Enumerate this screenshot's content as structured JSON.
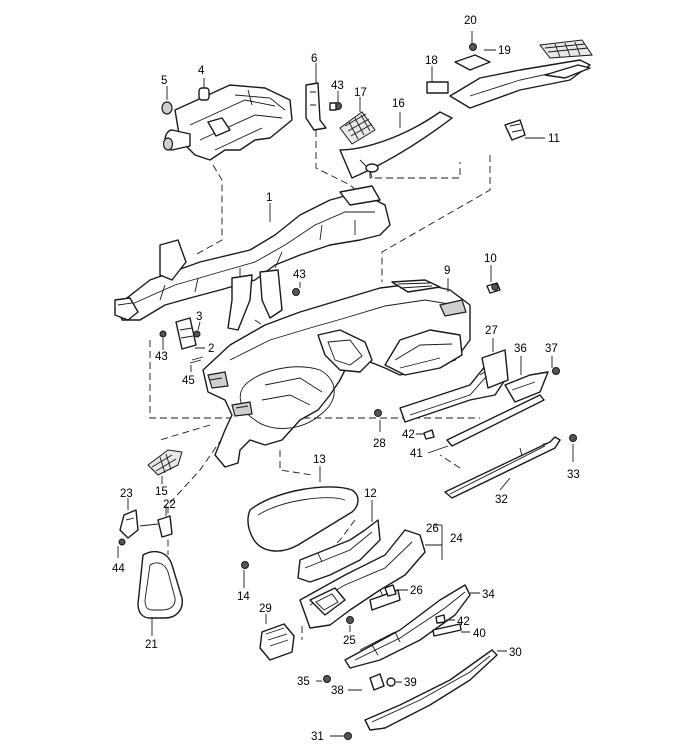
{
  "callouts": {
    "c1": "1",
    "c2": "2",
    "c3": "3",
    "c4": "4",
    "c5": "5",
    "c6": "6",
    "c9": "9",
    "c10": "10",
    "c11": "11",
    "c12": "12",
    "c13": "13",
    "c14": "14",
    "c15": "15",
    "c16": "16",
    "c17": "17",
    "c18": "18",
    "c19": "19",
    "c20": "20",
    "c21": "21",
    "c22": "22",
    "c23": "23",
    "c24": "24",
    "c25": "25",
    "c26a": "26",
    "c26b": "26",
    "c27": "27",
    "c28": "28",
    "c29": "29",
    "c30": "30",
    "c31": "31",
    "c32": "32",
    "c33": "33",
    "c34": "34",
    "c35": "35",
    "c36": "36",
    "c37": "37",
    "c38": "38",
    "c39": "39",
    "c40": "40",
    "c41": "41",
    "c42a": "42",
    "c42b": "42",
    "c43a": "43",
    "c43b": "43",
    "c43c": "43",
    "c44": "44",
    "c45": "45"
  }
}
